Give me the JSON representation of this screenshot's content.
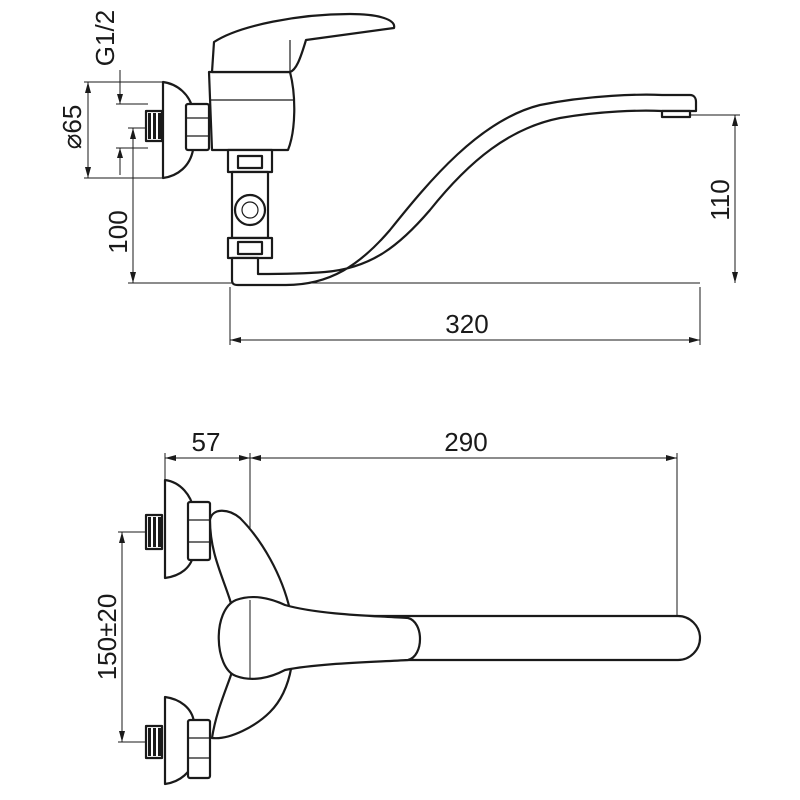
{
  "dimensions": {
    "thread": "G1/2",
    "rosette_diameter": "⌀65",
    "outlet_height": "100",
    "spout_height": "110",
    "spout_length": "320",
    "wall_to_axis": "57",
    "spout_reach": "290",
    "inlet_spacing": "150±20"
  },
  "colors": {
    "line": "#1a1a1a",
    "fill": "#ffffff"
  }
}
